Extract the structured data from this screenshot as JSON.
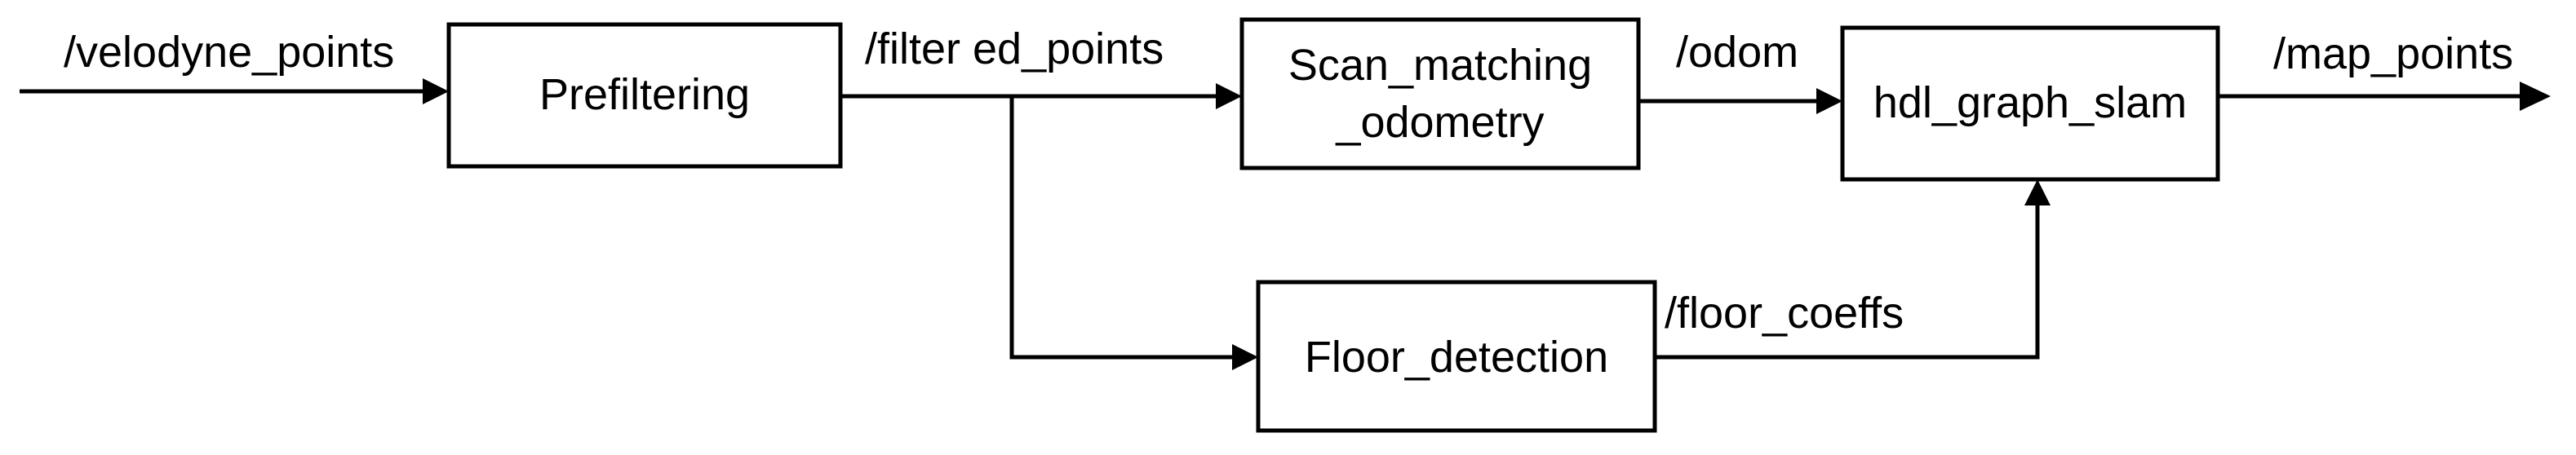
{
  "nodes": {
    "prefiltering": "Prefiltering",
    "scan_matching": {
      "line1": "Scan_matching",
      "line2": "_odometry"
    },
    "hdl_graph_slam": "hdl_graph_slam",
    "floor_detection": "Floor_detection"
  },
  "topics": {
    "velodyne_points": "/velodyne_points",
    "filtered_points": "/filter ed_points",
    "odom": "/odom",
    "map_points": "/map_points",
    "floor_coeffs": "/floor_coeffs"
  },
  "colors": {
    "stroke": "#000000",
    "background": "#ffffff"
  }
}
